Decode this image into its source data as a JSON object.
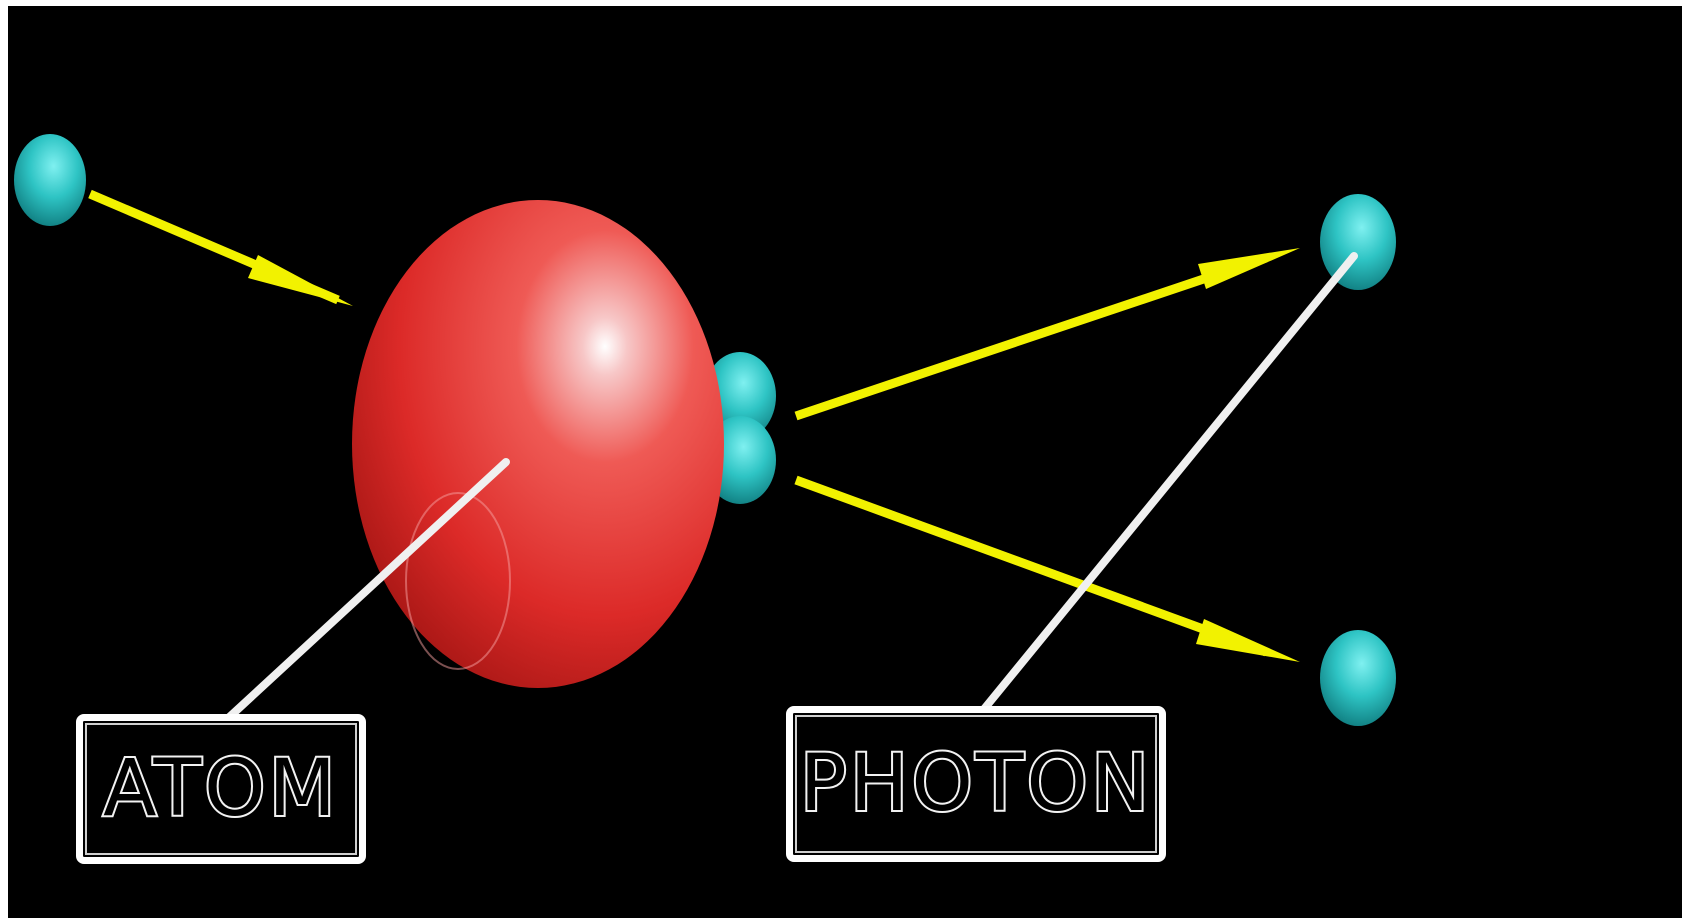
{
  "labels": {
    "atom": "ATOM",
    "photon": "PHOTON"
  },
  "colors": {
    "background": "#000000",
    "atom": "#e8302c",
    "photon": "#2ec4c4",
    "arrow": "#f2f200",
    "pointer": "#f0f0f0"
  },
  "icons": {
    "atom": "red-sphere",
    "photon": "cyan-sphere",
    "arrow": "yellow-arrow"
  }
}
